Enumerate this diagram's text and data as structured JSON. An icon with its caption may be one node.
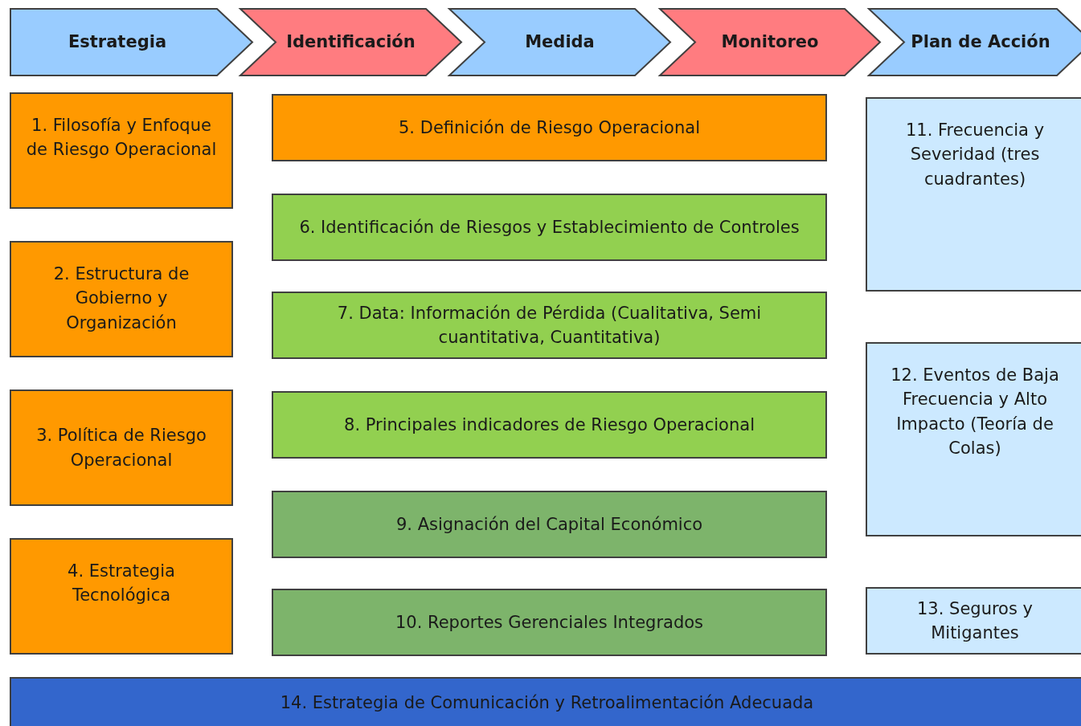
{
  "diagram": {
    "nodes": [
      {
        "text": [
          "Estrategia"
        ]
      },
      {
        "text": [
          "Identificación"
        ]
      },
      {
        "text": [
          "Medida"
        ]
      },
      {
        "text": [
          "Monitoreo"
        ]
      },
      {
        "text": [
          "Plan de Acción"
        ]
      },
      {
        "text": [
          "1. Filosofía y Enfoque de Riesgo Operacional"
        ]
      },
      {
        "text": [
          "2. Estructura de Gobierno y Organización"
        ]
      },
      {
        "text": [
          "3. Política de Riesgo Operacional"
        ]
      },
      {
        "text": [
          "4. Estrategia Tecnológica"
        ]
      },
      {
        "text": [
          "5. Definición de Riesgo Operacional"
        ]
      },
      {
        "text": [
          "6. Identificación de Riesgos y Establecimiento de Controles"
        ]
      },
      {
        "text": [
          "7. Data: Información de Pérdida (Cualitativa, Semi cuantitativa, Cuantitativa)"
        ]
      },
      {
        "text": [
          "8. Principales indicadores de Riesgo Operacional"
        ]
      },
      {
        "text": [
          "9. Asignación del Capital Económico"
        ]
      },
      {
        "text": [
          "10. Reportes Gerenciales Integrados"
        ]
      },
      {
        "text": [
          "11. Frecuencia y Severidad (tres cuadrantes)"
        ]
      },
      {
        "text": [
          "12. Eventos de Baja Frecuencia y Alto Impacto (Teoría de Colas)"
        ]
      },
      {
        "text": [
          "13. Seguros y Mitigantes"
        ]
      },
      {
        "text": [
          "14. Estrategia de Comunicación y Retroalimentación Adecuada"
        ]
      }
    ]
  }
}
